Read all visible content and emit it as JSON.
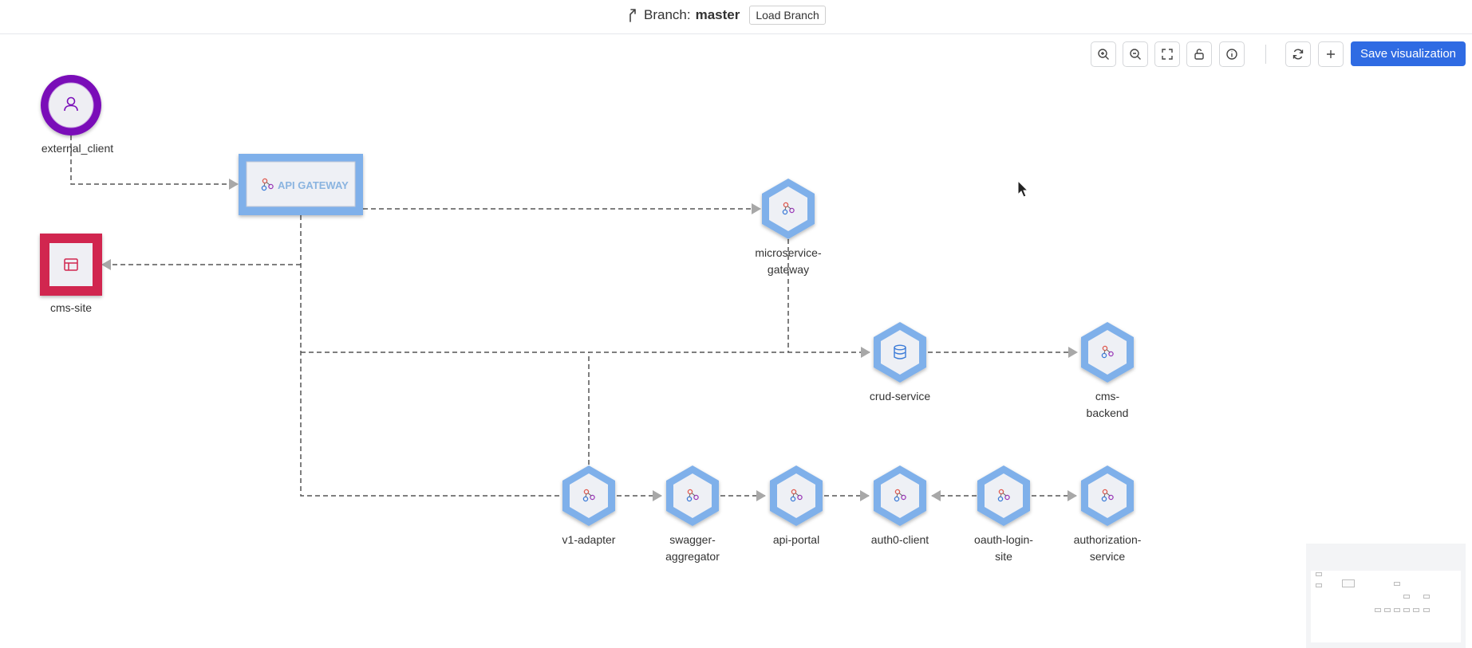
{
  "header": {
    "branch_prefix": "Branch:",
    "branch_name": "master",
    "load_branch_label": "Load Branch"
  },
  "toolbar": {
    "save_label": "Save visualization",
    "buttons": [
      "zoom-in-icon",
      "zoom-out-icon",
      "fit-view-icon",
      "lock-icon",
      "info-icon",
      "refresh-icon",
      "plus-icon"
    ]
  },
  "nodes": {
    "external_client": "external_client",
    "api_gateway": "API GATEWAY",
    "cms_site": "cms-site",
    "microservice_gateway": [
      "microservice-",
      "gateway"
    ],
    "crud_service": "crud-service",
    "cms_backend": [
      "cms-",
      "backend"
    ],
    "v1_adapter": "v1-adapter",
    "swagger_aggregator": [
      "swagger-",
      "aggregator"
    ],
    "api_portal": "api-portal",
    "auth0_client": "auth0-client",
    "oauth_login_site": [
      "oauth-login-",
      "site"
    ],
    "authorization_service": [
      "authorization-",
      "service"
    ]
  },
  "colors": {
    "accent": "#2f6be3",
    "hex_node": "#7fb0ea",
    "client_node": "#7a0fb8",
    "site_node": "#d1264f",
    "edge": "#555555"
  }
}
